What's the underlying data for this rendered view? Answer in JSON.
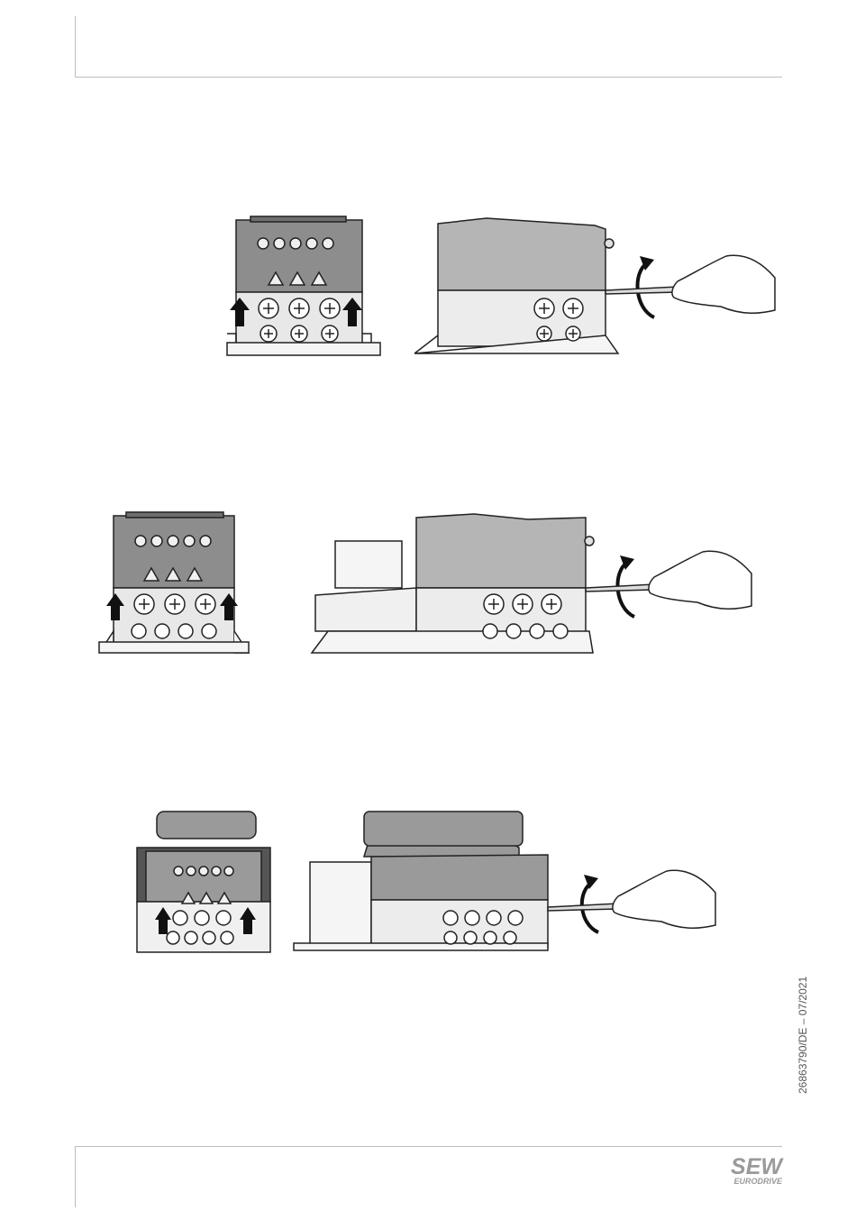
{
  "footer": {
    "document_id": "26863790/DE – 07/2021",
    "logo_main": "SEW",
    "logo_sub": "EURODRIVE"
  },
  "colors": {
    "housing_dark": "#8d8d8d",
    "housing_mid": "#b5b5b5",
    "housing_light": "#e6e6e6",
    "outline": "#222222",
    "rule": "#bdbdbd",
    "logo": "#9a9a9a"
  },
  "icons": [
    "arrow-up-icon",
    "rotate-arrow-icon",
    "hand-screwdriver-icon",
    "warning-symbol-icon",
    "screw-terminal-icon"
  ]
}
